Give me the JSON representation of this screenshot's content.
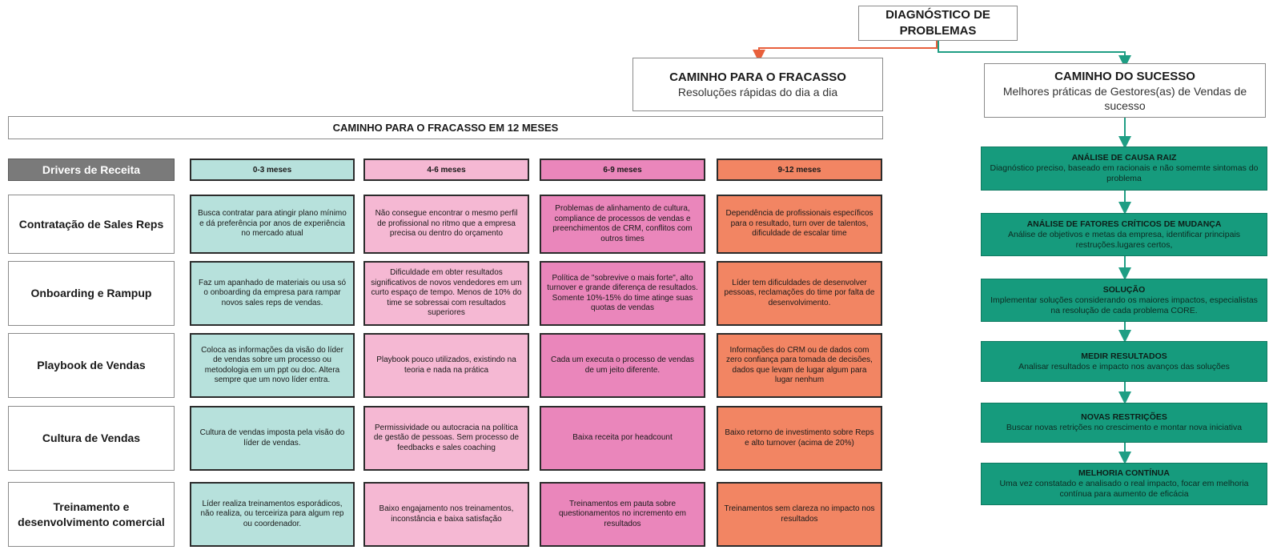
{
  "top": {
    "title": "DIAGNÓSTICO DE PROBLEMAS"
  },
  "failure": {
    "title": "CAMINHO PARA O FRACASSO",
    "subtitle": "Resoluções rápidas do dia a dia"
  },
  "success": {
    "title": "CAMINHO DO SUCESSO",
    "subtitle": "Melhores práticas de Gestores(as) de Vendas de sucesso"
  },
  "banner": "CAMINHO PARA O FRACASSO EM 12 MESES",
  "table": {
    "driver_header": "Drivers de Receita",
    "periods": [
      "0-3 meses",
      "4-6 meses",
      "6-9 meses",
      "9-12 meses"
    ],
    "rows": [
      {
        "driver": "Contratação de Sales Reps",
        "cells": [
          "Busca contratar para atingir plano mínimo e dá preferência por anos de experiência no mercado atual",
          "Não consegue encontrar o mesmo perfil de profissional no ritmo que a empresa precisa ou dentro do orçamento",
          "Problemas de alinhamento de cultura, compliance de processos de vendas e preenchimentos de CRM, conflitos com outros times",
          "Dependência de profissionais específicos para o resultado, turn over de talentos, dificuldade de escalar time"
        ]
      },
      {
        "driver": "Onboarding e Rampup",
        "cells": [
          "Faz um apanhado de materiais ou usa só o onboarding da empresa para rampar novos sales reps de vendas.",
          "Dificuldade em obter resultados significativos de novos vendedores em um curto espaço de tempo. Menos de 10% do time se sobressai com resultados superiores",
          "Política de \"sobrevive o mais forte\", alto turnover e grande diferença de resultados. Somente 10%-15% do time atinge suas quotas de vendas",
          "Líder tem dificuldades de desenvolver pessoas, reclamações do time por falta de desenvolvimento."
        ]
      },
      {
        "driver": "Playbook de Vendas",
        "cells": [
          "Coloca as informações da visão do líder de vendas sobre um processo ou metodologia em um ppt ou doc. Altera sempre que um novo líder entra.",
          "Playbook pouco utilizados, existindo na teoria e nada na prática",
          "Cada um executa o processo de vendas de um jeito diferente.",
          "Informações do CRM ou de dados com zero confiança para tomada de decisões, dados que levam de lugar algum para lugar nenhum"
        ]
      },
      {
        "driver": "Cultura de Vendas",
        "cells": [
          "Cultura de vendas imposta pela visão do líder de vendas.",
          "Permissividade ou autocracia na política de gestão de pessoas. Sem processo de feedbacks e sales coaching",
          "Baixa receita por headcount",
          "Baixo retorno de investimento sobre Reps e alto turnover (acima de 20%)"
        ]
      },
      {
        "driver": "Treinamento e desenvolvimento comercial",
        "cells": [
          "Líder realiza treinamentos esporádicos, não realiza, ou terceiriza para algum rep ou coordenador.",
          "Baixo engajamento nos treinamentos, inconstância e baixa satisfação",
          "Treinamentos em pauta sobre questionamentos no incremento em resultados",
          "Treinamentos sem clareza no impacto nos resultados"
        ]
      }
    ]
  },
  "steps": [
    {
      "title": "ANÁLISE DE CAUSA RAIZ",
      "text": "Diagnóstico preciso, baseado em racionais e não somemte sintomas do problema"
    },
    {
      "title": "ANÁLISE DE FATORES CRÍTICOS DE MUDANÇA",
      "text": "Análise de objetivos e metas da empresa, identificar principais restruções.lugares certos,"
    },
    {
      "title": "SOLUÇÃO",
      "text": "Implementar soluções considerando os maiores impactos, especialistas na resolução de cada problema CORE."
    },
    {
      "title": "MEDIR RESULTADOS",
      "text": "Analisar resultados e impacto nos avanços das soluções"
    },
    {
      "title": "NOVAS RESTRIÇÕES",
      "text": "Buscar novas retrições no crescimento e montar nova iniciativa"
    },
    {
      "title": "MELHORIA CONTÍNUA",
      "text": "Uma vez constatado e analisado o real impacto, focar em melhoria contínua para aumento de eficácia"
    }
  ],
  "colors": {
    "failure_arrow": "#e8603c",
    "success_arrow": "#1f9e84",
    "period_1": "#b7e1dc",
    "period_2": "#f5b8d3",
    "period_3": "#ea86bb",
    "period_4": "#f28563",
    "step_fill": "#169b7d",
    "driver_header_fill": "#7a7a7a"
  }
}
